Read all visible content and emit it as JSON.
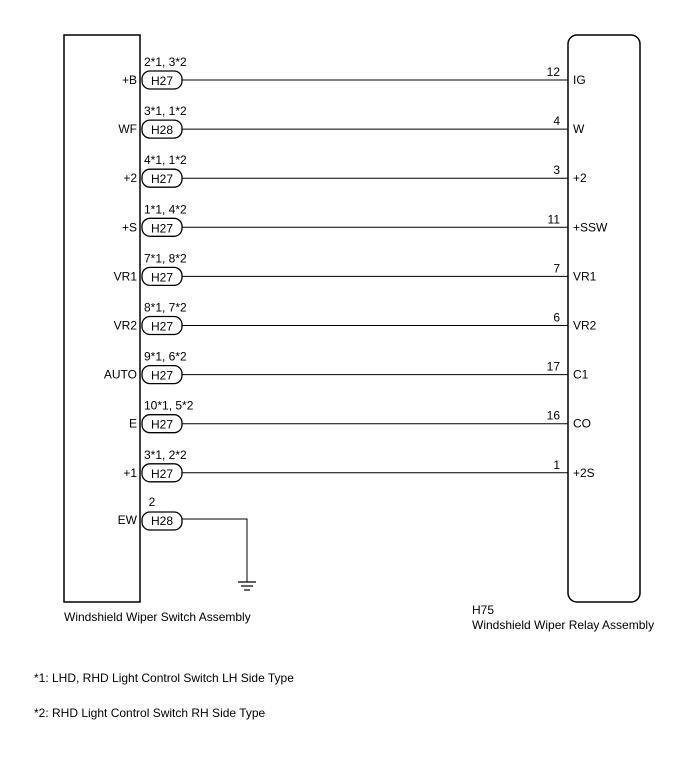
{
  "left_component": {
    "name": "Windshield Wiper Switch Assembly"
  },
  "right_component": {
    "code": "H75",
    "name": "Windshield Wiper Relay Assembly"
  },
  "connections": [
    {
      "left_label": "+B",
      "pins": "2*1, 3*2",
      "connector": "H27",
      "right_pin": "12",
      "right_label": "IG"
    },
    {
      "left_label": "WF",
      "pins": "3*1, 1*2",
      "connector": "H28",
      "right_pin": "4",
      "right_label": "W"
    },
    {
      "left_label": "+2",
      "pins": "4*1, 1*2",
      "connector": "H27",
      "right_pin": "3",
      "right_label": "+2"
    },
    {
      "left_label": "+S",
      "pins": "1*1, 4*2",
      "connector": "H27",
      "right_pin": "11",
      "right_label": "+SSW"
    },
    {
      "left_label": "VR1",
      "pins": "7*1, 8*2",
      "connector": "H27",
      "right_pin": "7",
      "right_label": "VR1"
    },
    {
      "left_label": "VR2",
      "pins": "8*1, 7*2",
      "connector": "H27",
      "right_pin": "6",
      "right_label": "VR2"
    },
    {
      "left_label": "AUTO",
      "pins": "9*1, 6*2",
      "connector": "H27",
      "right_pin": "17",
      "right_label": "C1"
    },
    {
      "left_label": "E",
      "pins": "10*1, 5*2",
      "connector": "H27",
      "right_pin": "16",
      "right_label": "CO"
    },
    {
      "left_label": "+1",
      "pins": "3*1, 2*2",
      "connector": "H27",
      "right_pin": "1",
      "right_label": "+2S"
    }
  ],
  "ground_connection": {
    "left_label": "EW",
    "pins": "2",
    "connector": "H28"
  },
  "notes": [
    "*1: LHD, RHD Light Control Switch LH Side Type",
    "*2: RHD Light Control Switch RH Side Type"
  ]
}
